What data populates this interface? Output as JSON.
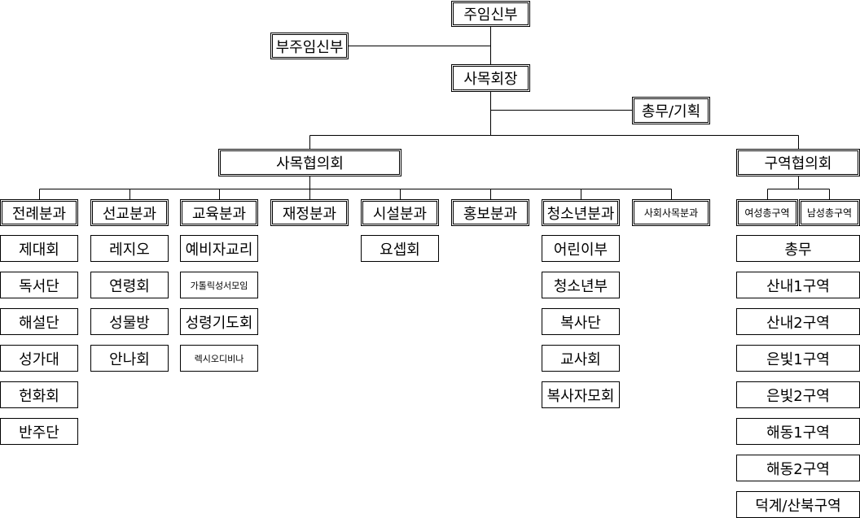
{
  "colors": {
    "line": "#000000",
    "box_border": "#000000",
    "background": "#ffffff"
  },
  "top": {
    "pastor": "주임신부",
    "assistant": "부주임신부",
    "chair": "사목회장",
    "general_affairs": "총무/기획"
  },
  "councils": {
    "pastoral": "사목협의회",
    "district": "구역협의회"
  },
  "divisions": {
    "liturgy": {
      "label": "전례분과",
      "groups": [
        "제대회",
        "독서단",
        "해설단",
        "성가대",
        "헌화회",
        "반주단"
      ]
    },
    "mission": {
      "label": "선교분과",
      "groups": [
        "레지오",
        "연령회",
        "성물방",
        "안나회"
      ]
    },
    "education": {
      "label": "교육분과",
      "groups": [
        "예비자교리",
        "가톨릭성서모임",
        "성령기도회",
        "렉시오디비나"
      ]
    },
    "finance": {
      "label": "재정분과"
    },
    "facilities": {
      "label": "시설분과",
      "groups": [
        "요셉회"
      ]
    },
    "promotion": {
      "label": "홍보분과"
    },
    "youth": {
      "label": "청소년분과",
      "groups": [
        "어린이부",
        "청소년부",
        "복사단",
        "교사회",
        "복사자모회"
      ]
    },
    "social": {
      "label": "사회사목분과"
    }
  },
  "district": {
    "women": "여성총구역",
    "men": "남성총구역",
    "groups": [
      "총무",
      "산내1구역",
      "산내2구역",
      "은빛1구역",
      "은빛2구역",
      "해동1구역",
      "해동2구역",
      "덕계/산북구역"
    ]
  }
}
